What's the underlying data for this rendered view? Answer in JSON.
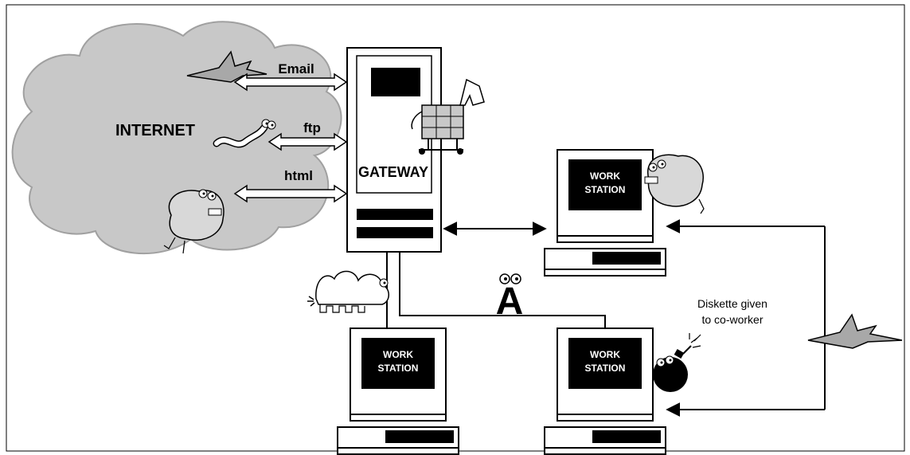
{
  "labels": {
    "internet": "INTERNET",
    "gateway": "GATEWAY",
    "email": "Email",
    "ftp": "ftp",
    "html": "html",
    "diskette_line1": "Diskette given",
    "diskette_line2": "to co-worker",
    "ws_line1": "WORK",
    "ws_line2": "STATION",
    "virus_letter": "A"
  },
  "colors": {
    "cloud": "#c8c8c8",
    "monster": "#d8d8d8",
    "ink": "#000000",
    "paper": "#ffffff"
  },
  "icons": [
    "cloud-icon",
    "stealth-plane-icon",
    "worm-icon",
    "blob-monster-icon",
    "trojan-horse-icon",
    "centipede-icon",
    "letter-virus-icon",
    "bomb-icon"
  ]
}
